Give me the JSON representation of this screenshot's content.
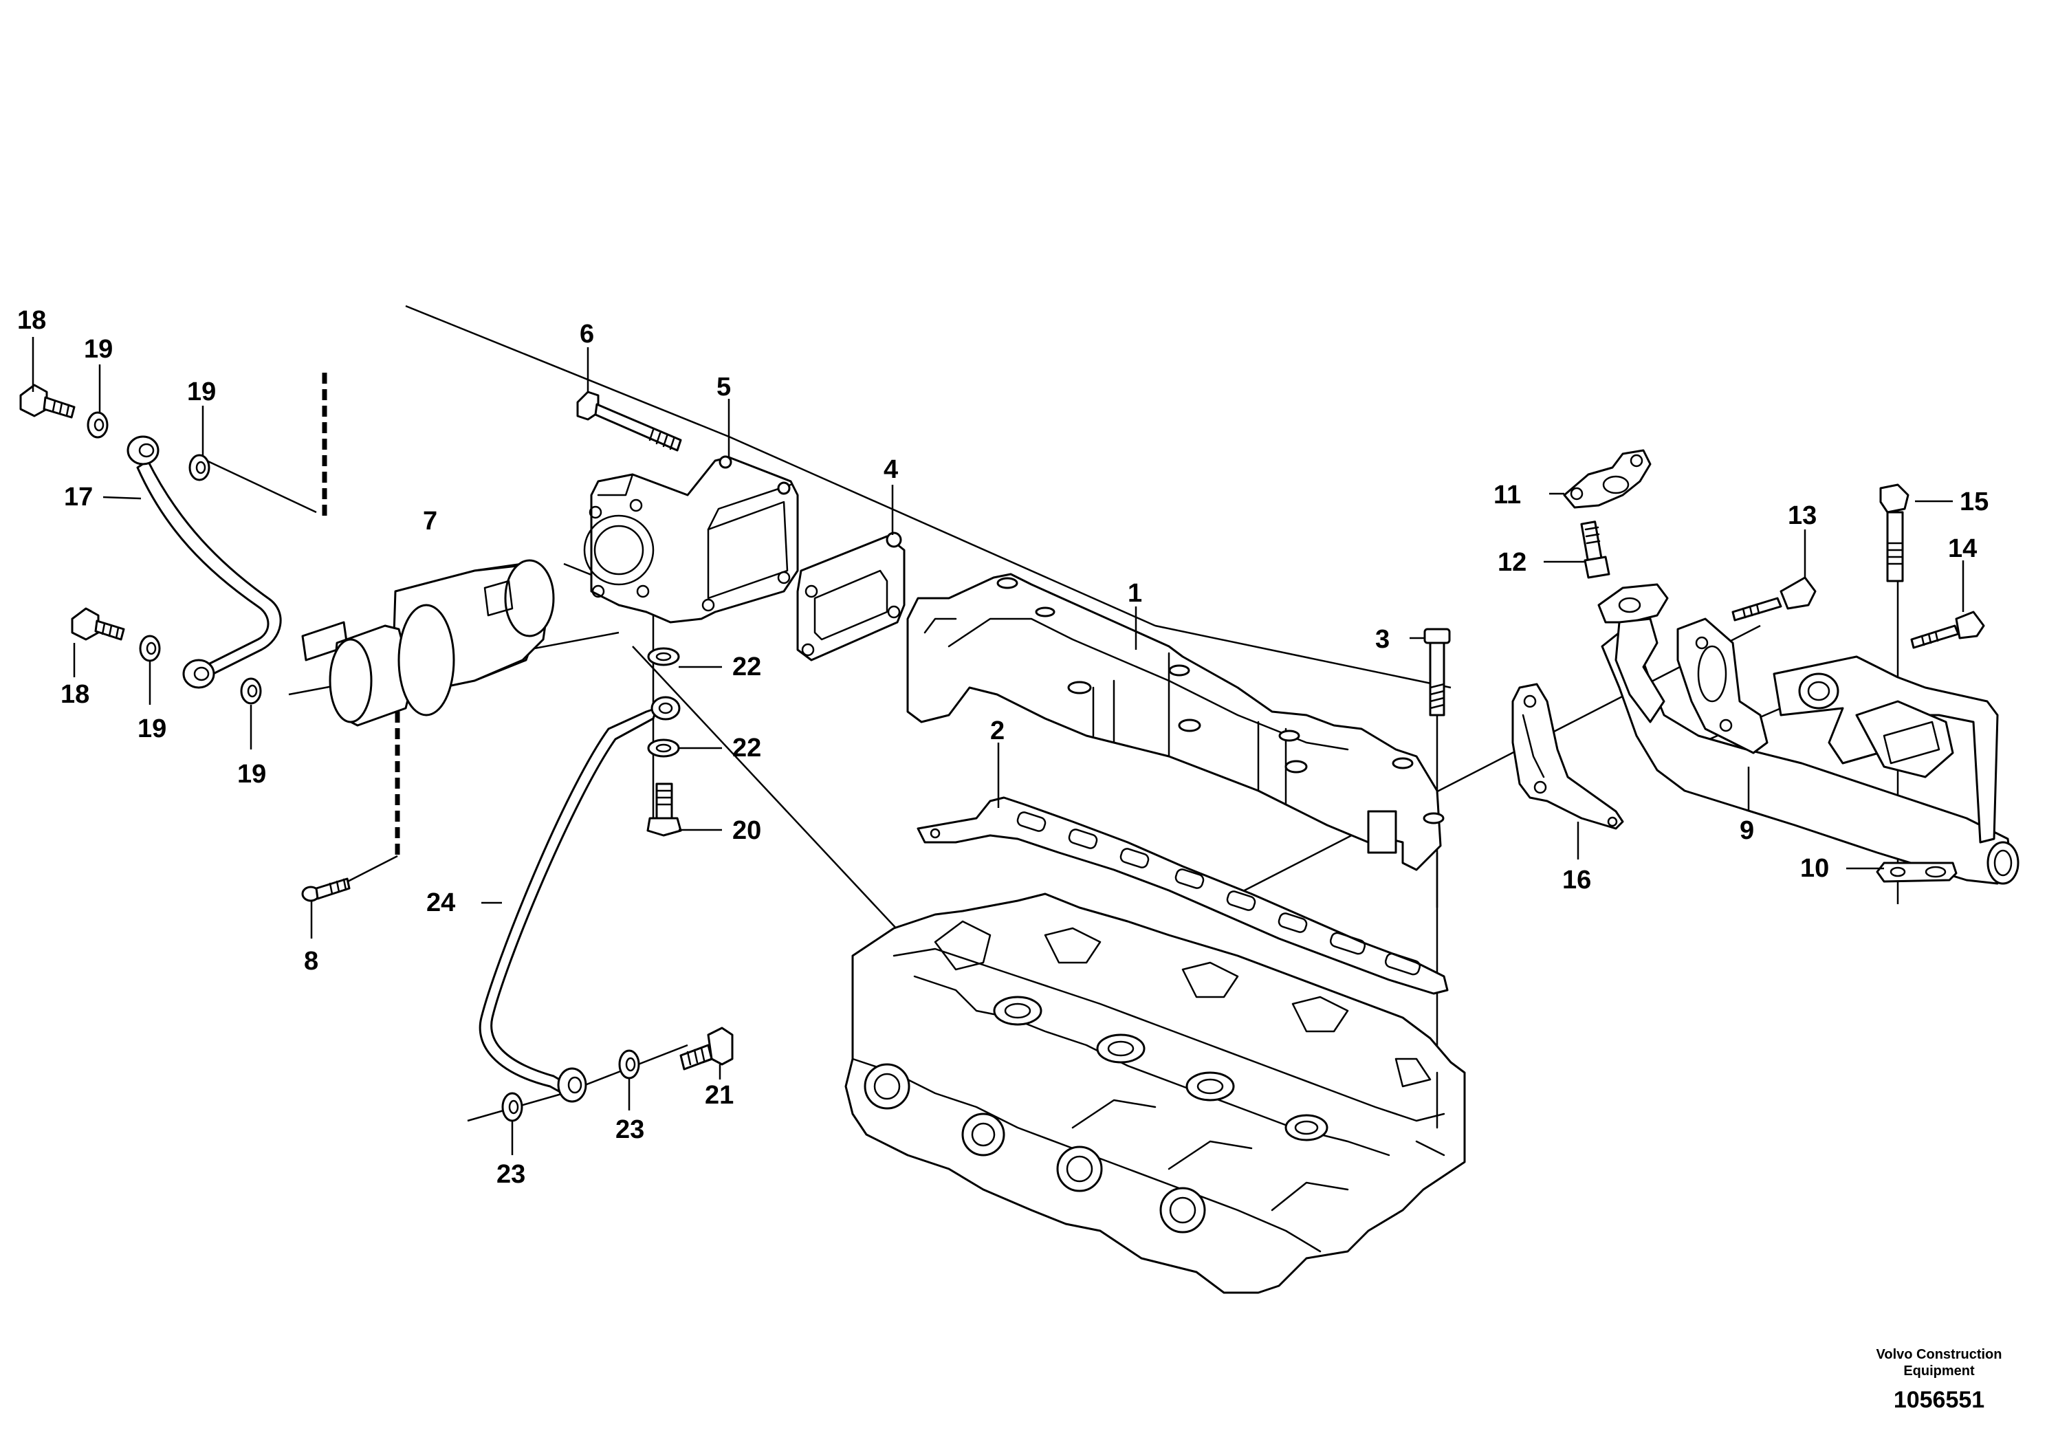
{
  "callouts": {
    "c1": "1",
    "c2": "2",
    "c3": "3",
    "c4": "4",
    "c5": "5",
    "c6": "6",
    "c7": "7",
    "c8": "8",
    "c9": "9",
    "c10": "10",
    "c11": "11",
    "c12": "12",
    "c13": "13",
    "c14": "14",
    "c15": "15",
    "c16": "16",
    "c17": "17",
    "c18a": "18",
    "c18b": "18",
    "c19a": "19",
    "c19b": "19",
    "c19c": "19",
    "c19d": "19",
    "c20": "20",
    "c21": "21",
    "c22a": "22",
    "c22b": "22",
    "c23a": "23",
    "c23b": "23",
    "c24": "24"
  },
  "footer": {
    "credit_line1": "Volvo Construction",
    "credit_line2": "Equipment",
    "document_number": "1056551"
  }
}
